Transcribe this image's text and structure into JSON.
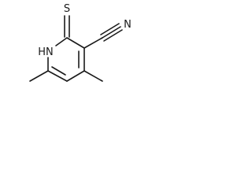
{
  "molecule": {
    "labels": {
      "thione_sulfur": "S",
      "ring_nitrogen": "HN",
      "nitrile_nitrogen": "N"
    },
    "bond_color": "#1a1a1a"
  }
}
